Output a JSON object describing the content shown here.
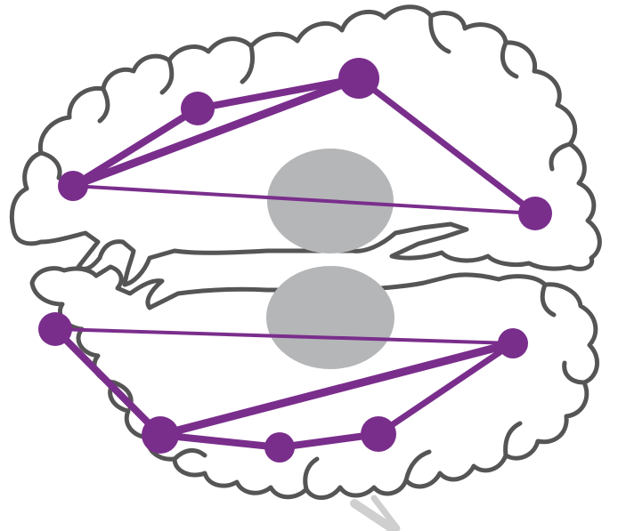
{
  "colors": {
    "network": "#7a2e8c",
    "outline": "#555555",
    "ventricle": "#b5b6b8",
    "background": "#ffffff"
  },
  "upper_network": {
    "node_count": 4,
    "edge_count": 5
  },
  "lower_network": {
    "node_count": 5,
    "edge_count": 6
  }
}
